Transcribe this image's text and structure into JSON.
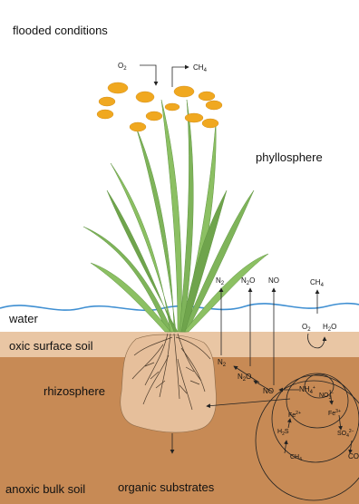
{
  "labels": {
    "flooded_conditions": "flooded conditions",
    "phyllosphere": "phyllosphere",
    "water": "water",
    "oxic_surface_soil": "oxic surface soil",
    "rhizosphere": "rhizosphere",
    "anoxic_bulk_soil": "anoxic bulk soil",
    "organic_substrates": "organic substrates"
  },
  "gases": {
    "top_o2": "O",
    "top_o2_sub": "2",
    "top_ch4": "CH",
    "top_ch4_sub": "4",
    "n2": "N",
    "n2_sub": "2",
    "n2o": "N",
    "n2o_sub": "2",
    "n2o_o": "O",
    "no": "NO",
    "ch4_right": "CH",
    "ch4_right_sub": "4",
    "o2_right": "O",
    "o2_right_sub": "2",
    "h2o": "H",
    "h2o_sub": "2",
    "h2o_o": "O"
  },
  "cycle": {
    "n2": "N",
    "n2_sub": "2",
    "n2o": "N",
    "n2o_sub": "2",
    "n2o_o": "O",
    "no": "NO",
    "nh4": "NH",
    "nh4_sub": "4",
    "nh4_sup": "+",
    "no3": "NO",
    "no3_sub": "3",
    "no3_sup": "−",
    "fe2_left": "Fe",
    "fe2_left_sup": "2+",
    "fe3": "Fe",
    "fe3_sup": "3+",
    "h2s": "H",
    "h2s_sub": "2",
    "h2s_s": "S",
    "so4": "SO",
    "so4_sub": "4",
    "so4_sup": "2−",
    "ch4": "CH",
    "ch4_sub": "4",
    "co": "CO"
  },
  "colors": {
    "water_line": "#3f8fd2",
    "oxic_layer": "#e9c6a4",
    "anoxic_layer": "#c78a55",
    "rhizosphere_blob": "#e6bf9b",
    "leaf_green": "#7fb45a",
    "flower_gold": "#f0a820"
  }
}
